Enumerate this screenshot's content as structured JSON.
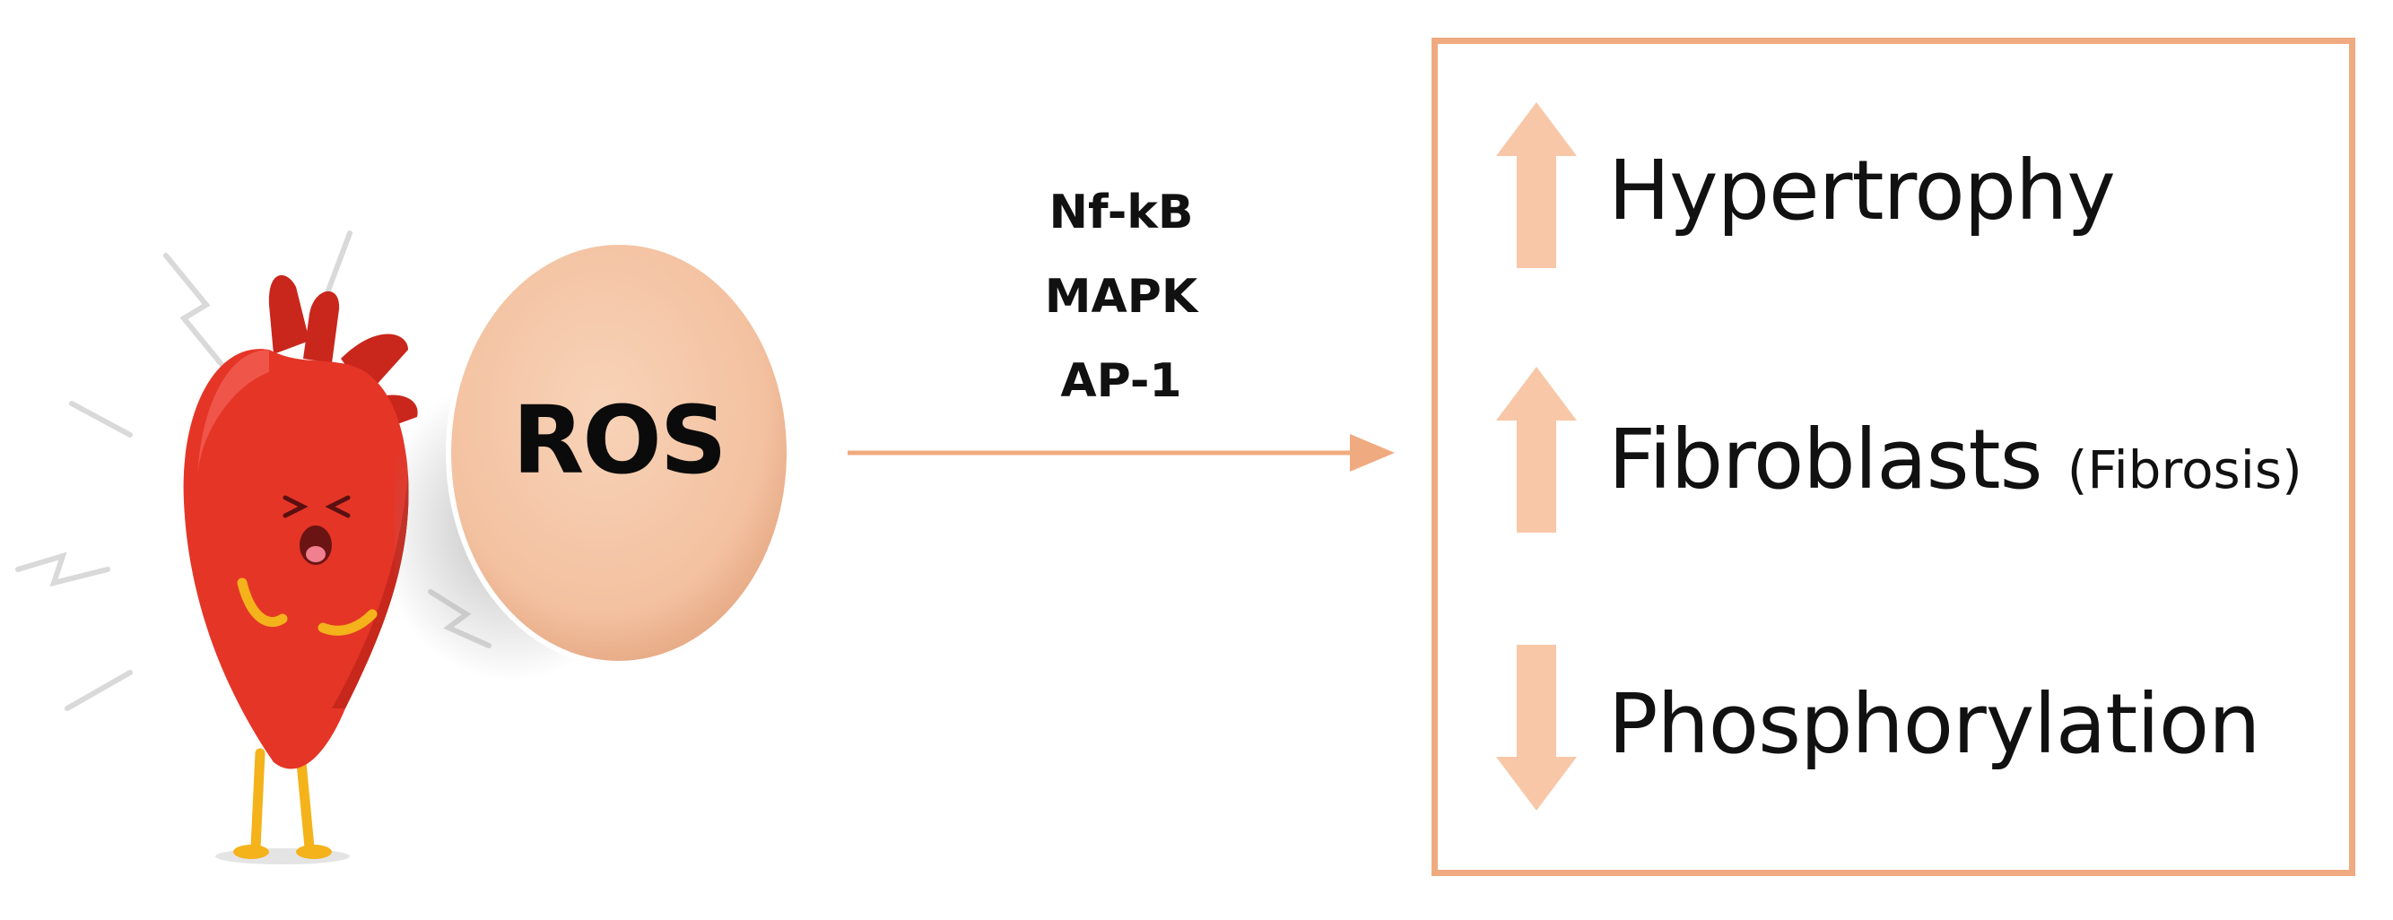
{
  "figure": {
    "left": {
      "ros_label": "ROS"
    },
    "pathways": [
      "Nf-kB",
      "MAPK",
      "AP-1"
    ],
    "outcomes": [
      {
        "label": "Hypertrophy",
        "sub": "",
        "direction": "up"
      },
      {
        "label": "Fibroblasts",
        "sub": "(Fibrosis)",
        "direction": "up"
      },
      {
        "label": "Phosphorylation",
        "sub": "",
        "direction": "down"
      }
    ],
    "colors": {
      "accent": "#f0aa80",
      "arrow_fill": "#f8c7a8",
      "ros_fill": "#f6c5a4",
      "heart": "#e53527",
      "text": "#111111"
    }
  }
}
